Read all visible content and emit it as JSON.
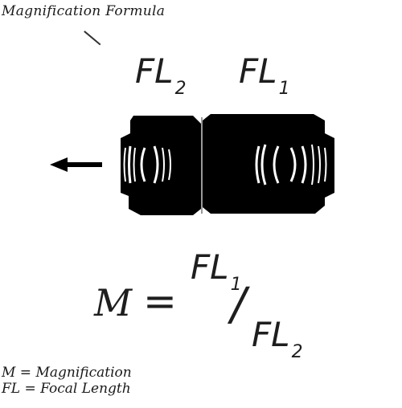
{
  "title": "Magnification Formula",
  "labels": {
    "fl2_top": {
      "main": "FL",
      "sub": "2"
    },
    "fl1_top": {
      "main": "FL",
      "sub": "1"
    }
  },
  "formula": {
    "lhs": "M",
    "equals": "=",
    "numerator": {
      "main": "FL",
      "sub": "1"
    },
    "slash": "/",
    "denominator": {
      "main": "FL",
      "sub": "2"
    }
  },
  "legend": {
    "m_def": "M = Magnification",
    "fl_def": "FL = Focal Length"
  },
  "icons": {
    "arrow": "left-arrow-icon",
    "lens": "lens-assembly-icon"
  }
}
